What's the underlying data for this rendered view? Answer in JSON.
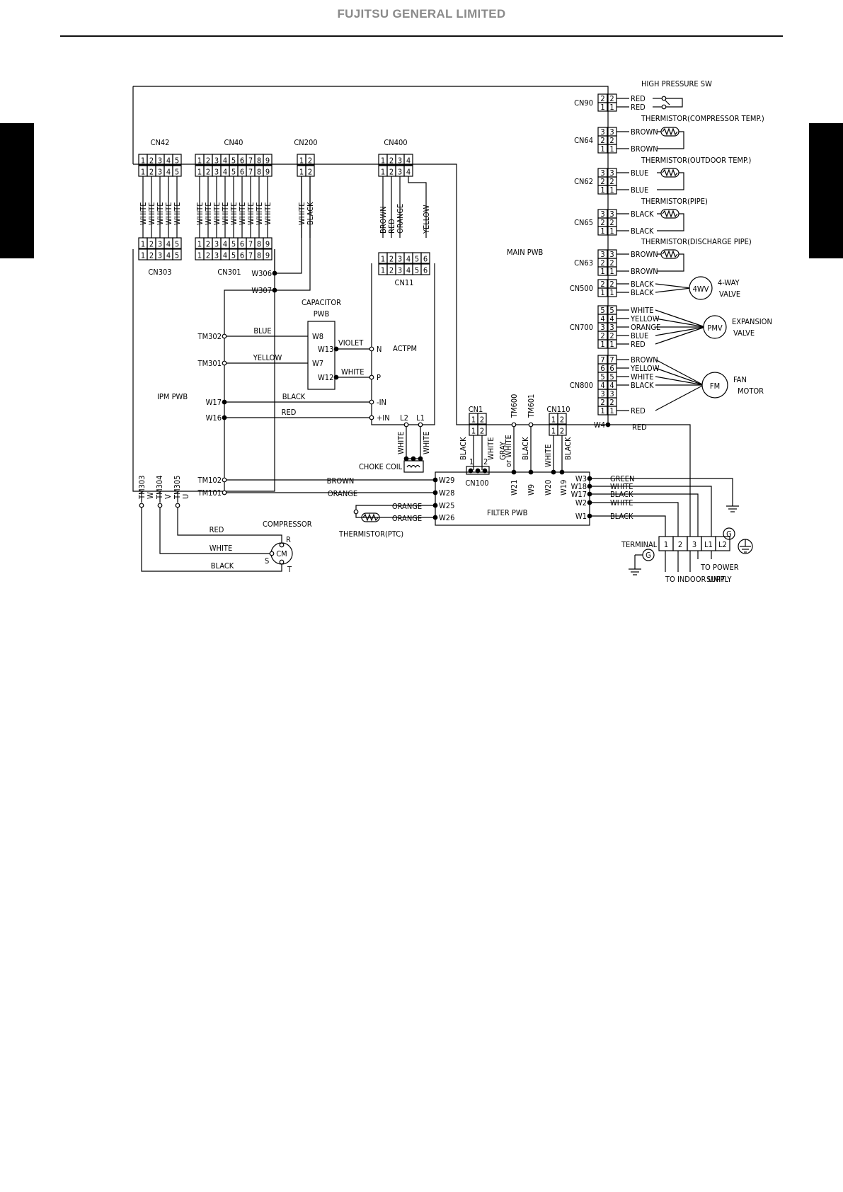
{
  "header": {
    "company": "FUJITSU GENERAL LIMITED"
  },
  "diagram": {
    "main_pwb": "MAIN PWB",
    "ipm_pwb": "IPM PWB",
    "filter_pwb": "FILTER PWB",
    "actpm": "ACTPM",
    "capacitor_pwb": [
      "CAPACITOR",
      "PWB"
    ],
    "choke_coil": "CHOKE COIL",
    "thermistor_ptc": "THERMISTOR(PTC)",
    "compressor": "COMPRESSOR",
    "terminal": "TERMINAL",
    "to_indoor_unit": "TO INDOOR UNIT",
    "to_power_supply": [
      "TO POWER",
      "SUPPLY"
    ],
    "top_connectors": [
      {
        "name": "CN42",
        "pins": [
          "1",
          "2",
          "3",
          "4",
          "5"
        ],
        "wires": [
          "WHITE",
          "WHITE",
          "WHITE",
          "WHITE",
          "WHITE"
        ]
      },
      {
        "name": "CN40",
        "pins": [
          "1",
          "2",
          "3",
          "4",
          "5",
          "6",
          "7",
          "8",
          "9"
        ],
        "wires": [
          "WHITE",
          "WHITE",
          "WHITE",
          "WHITE",
          "WHITE",
          "WHITE",
          "WHITE",
          "WHITE",
          "WHITE"
        ]
      },
      {
        "name": "CN200",
        "pins": [
          "1",
          "2"
        ],
        "wires": [
          "WHITE",
          "BLACK"
        ]
      },
      {
        "name": "CN400",
        "pins": [
          "1",
          "2",
          "3",
          "4"
        ],
        "wires": [
          "BROWN",
          "RED",
          "ORANGE",
          "YELLOW"
        ]
      }
    ],
    "lower_connectors": [
      {
        "name": "CN303",
        "pins": [
          "1",
          "2",
          "3",
          "4",
          "5"
        ]
      },
      {
        "name": "CN301",
        "pins": [
          "1",
          "2",
          "3",
          "4",
          "5",
          "6",
          "7",
          "8",
          "9"
        ]
      },
      {
        "name": "CN11",
        "pins": [
          "1",
          "2",
          "3",
          "4",
          "5",
          "6"
        ]
      }
    ],
    "right_components": [
      {
        "connector": "CN90",
        "pins": [
          "2",
          "1"
        ],
        "wires": [
          "RED",
          "RED"
        ],
        "title": "HIGH PRESSURE SW",
        "device": "switch"
      },
      {
        "connector": "CN64",
        "pins": [
          "3",
          "2",
          "1"
        ],
        "wires": [
          "BROWN",
          "BROWN"
        ],
        "title": "THERMISTOR(COMPRESSOR TEMP.)",
        "device": "thermistor"
      },
      {
        "connector": "CN62",
        "pins": [
          "3",
          "2",
          "1"
        ],
        "wires": [
          "BLUE",
          "BLUE"
        ],
        "title": "THERMISTOR(OUTDOOR TEMP.)",
        "device": "thermistor"
      },
      {
        "connector": "CN65",
        "pins": [
          "3",
          "2",
          "1"
        ],
        "wires": [
          "BLACK",
          "BLACK"
        ],
        "title": "THERMISTOR(PIPE)",
        "device": "thermistor"
      },
      {
        "connector": "CN63",
        "pins": [
          "3",
          "2",
          "1"
        ],
        "wires": [
          "BROWN",
          "BROWN"
        ],
        "title": "THERMISTOR(DISCHARGE PIPE)",
        "device": "thermistor"
      },
      {
        "connector": "CN500",
        "pins": [
          "2",
          "1"
        ],
        "wires": [
          "BLACK",
          "BLACK"
        ],
        "title": "4WV",
        "caption": [
          "4-WAY",
          "VALVE"
        ],
        "device": "motor"
      },
      {
        "connector": "CN700",
        "pins": [
          "5",
          "4",
          "3",
          "2",
          "1"
        ],
        "wires": [
          "WHITE",
          "YELLOW",
          "ORANGE",
          "BLUE",
          "RED"
        ],
        "title": "PMV",
        "caption": [
          "EXPANSION",
          "VALVE"
        ],
        "device": "motor"
      },
      {
        "connector": "CN800",
        "pins": [
          "7",
          "6",
          "5",
          "4",
          "3",
          "2",
          "1"
        ],
        "wires": [
          "BROWN",
          "YELLOW",
          "WHITE",
          "BLACK",
          "",
          "",
          "RED"
        ],
        "title": "FM",
        "caption": [
          "FAN",
          "MOTOR"
        ],
        "device": "motor"
      }
    ],
    "ipm_terminals": {
      "tm302": "TM302",
      "tm301": "TM301",
      "w17": "W17",
      "w16": "W16",
      "tm102": "TM102",
      "tm101": "TM101",
      "w306": "W306",
      "w307": "W307",
      "tm303": "TM303",
      "tm304": "TM304",
      "tm305": "TM305",
      "w": "W",
      "v": "V",
      "u": "U"
    },
    "ipm_wires": {
      "blue": "BLUE",
      "yellow": "YELLOW",
      "black": "BLACK",
      "red": "RED",
      "brown": "BROWN",
      "orange": "ORANGE"
    },
    "capacitor_terminals": {
      "w8": "W8",
      "w13": "W13",
      "w7": "W7",
      "w12": "W12",
      "violet": "VIOLET",
      "white": "WHITE"
    },
    "actpm_terminals": {
      "n": "N",
      "p": "P",
      "minus_in": "-IN",
      "plus_in": "+IN",
      "l2": "L2",
      "l1": "L1"
    },
    "choke_wires": [
      "WHITE",
      "WHITE"
    ],
    "compressor_wires": {
      "red": "RED",
      "white": "WHITE",
      "black": "BLACK",
      "r": "R",
      "s": "S",
      "t": "T",
      "cm": "CM"
    },
    "filter_left_terms": [
      "W29",
      "W28",
      "W25",
      "W26"
    ],
    "ptc_wires": [
      "ORANGE",
      "ORANGE"
    ],
    "filter_top": {
      "cn1": "CN1",
      "cn1_pins": [
        "1",
        "2"
      ],
      "cn110": "CN110",
      "cn110_pins": [
        "1",
        "2"
      ],
      "tm600": "TM600",
      "tm601": "TM601",
      "cn100": "CN100",
      "cn100_pins": [
        "1",
        "2"
      ],
      "w21": "W21",
      "w9": "W9",
      "w20": "W20",
      "w19": "W19",
      "black": "BLACK",
      "white": "WHITE",
      "gray_or_white": [
        "GRAY",
        "or WHITE"
      ]
    },
    "filter_right": [
      {
        "term": "W3",
        "wire": "GREEN"
      },
      {
        "term": "W18",
        "wire": "WHITE"
      },
      {
        "term": "W17",
        "wire": "BLACK"
      },
      {
        "term": "W2",
        "wire": "WHITE"
      },
      {
        "term": "W1",
        "wire": "BLACK"
      }
    ],
    "w4": {
      "term": "W4",
      "wire": "RED"
    },
    "terminal_pins": [
      "1",
      "2",
      "3",
      "L1",
      "L2"
    ],
    "ground_mark": "G"
  }
}
